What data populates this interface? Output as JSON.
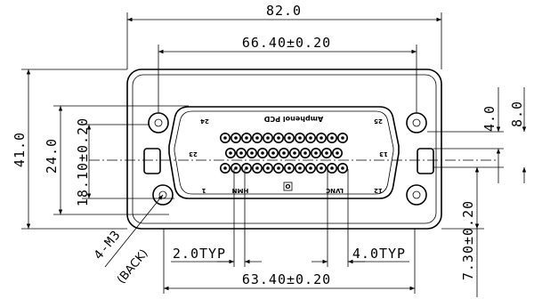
{
  "dimensions": {
    "overall_width": "82.0",
    "hole_pitch": "66.40±0.20",
    "bottom_span": "63.40±0.20",
    "overall_height": "41.0",
    "mount_height": "24.0",
    "insert_height": "18.10±0.20",
    "right_upper": "4.0",
    "right_outer": "8.0",
    "right_lower": "7.30±0.20",
    "pitch_typ_a": "2.0TYP",
    "pitch_typ_b": "4.0TYP",
    "thread": "4-M3",
    "thread_note": "(BACK)"
  },
  "connector": {
    "brand": "Amphenol PCD",
    "pin_24": "24",
    "pin_25": "25",
    "pin_23": "23",
    "pin_13": "13",
    "pin_1": "1",
    "pin_12": "12",
    "left_mark": "HMN",
    "right_mark": "LVNC",
    "center_mark": "O",
    "pin_rows": [
      12,
      11,
      12
    ]
  }
}
